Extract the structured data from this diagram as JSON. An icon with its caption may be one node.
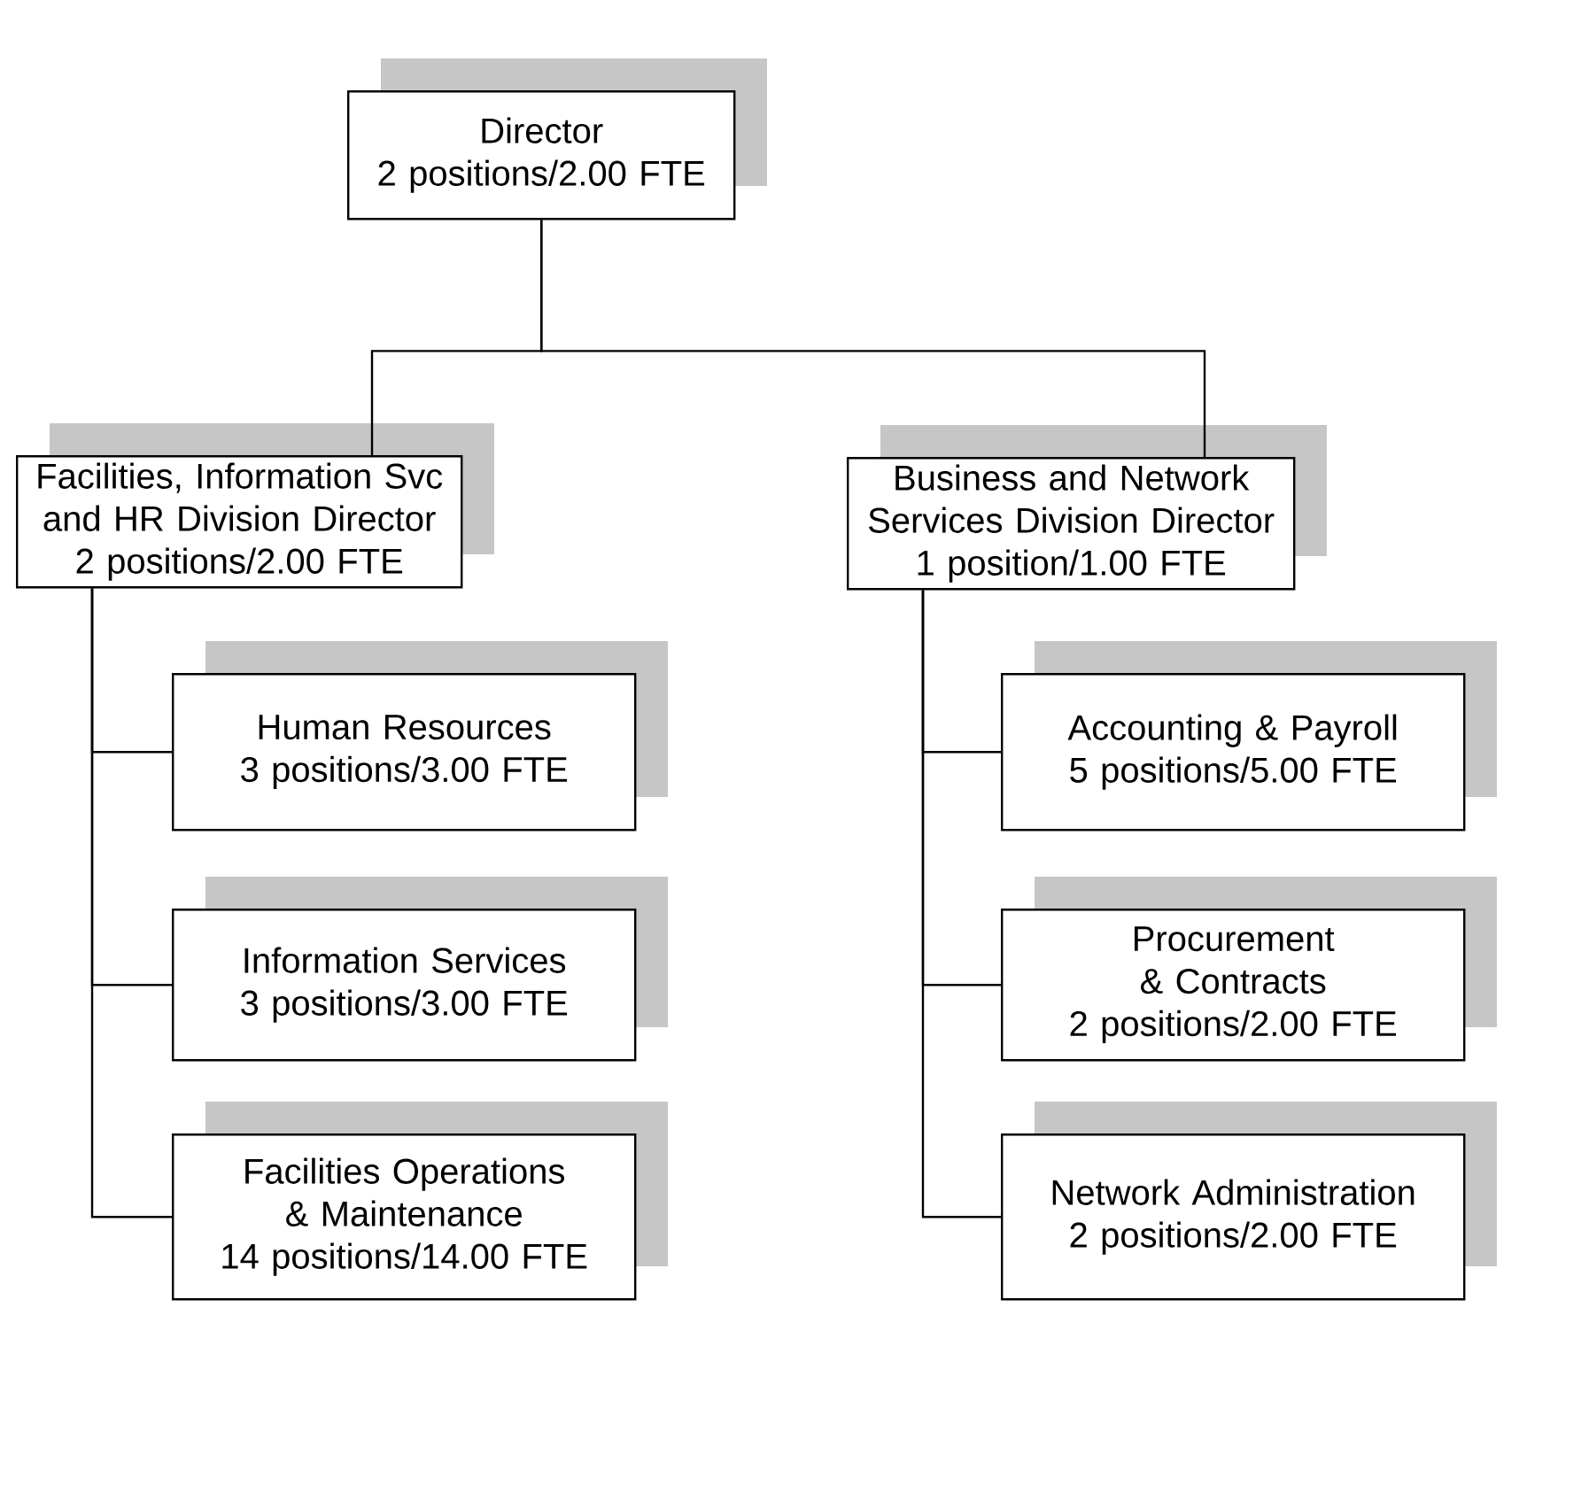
{
  "diagram": {
    "nodes": [
      {
        "text": [
          "Director",
          "2 positions/2.00 FTE"
        ]
      },
      {
        "text": [
          "Facilities, Information Svc and HR Division Director",
          "2 positions/2.00 FTE"
        ]
      },
      {
        "text": [
          "Business and Network Services Division Director",
          "1 position/1.00 FTE"
        ]
      },
      {
        "text": [
          "Human Resources",
          "3 positions/3.00 FTE"
        ]
      },
      {
        "text": [
          "Accounting & Payroll",
          "5 positions/5.00 FTE"
        ]
      },
      {
        "text": [
          "Information Services",
          "3 positions/3.00 FTE"
        ]
      },
      {
        "text": [
          "Procurement & Contracts",
          "2 positions/2.00 FTE"
        ]
      },
      {
        "text": [
          "Facilities Operations & Maintenance",
          "14 positions/14.00 FTE"
        ]
      },
      {
        "text": [
          "Network Administration",
          "2 positions/2.00 FTE"
        ]
      }
    ],
    "edges": [
      {
        "from": 0,
        "to": 1,
        "arrow": "none"
      },
      {
        "from": 0,
        "to": 2,
        "arrow": "none"
      },
      {
        "from": 1,
        "to": 3,
        "arrow": "none"
      },
      {
        "from": 1,
        "to": 5,
        "arrow": "none"
      },
      {
        "from": 1,
        "to": 7,
        "arrow": "none"
      },
      {
        "from": 2,
        "to": 4,
        "arrow": "none"
      },
      {
        "from": 2,
        "to": 6,
        "arrow": "none"
      },
      {
        "from": 2,
        "to": 8,
        "arrow": "none"
      }
    ]
  }
}
